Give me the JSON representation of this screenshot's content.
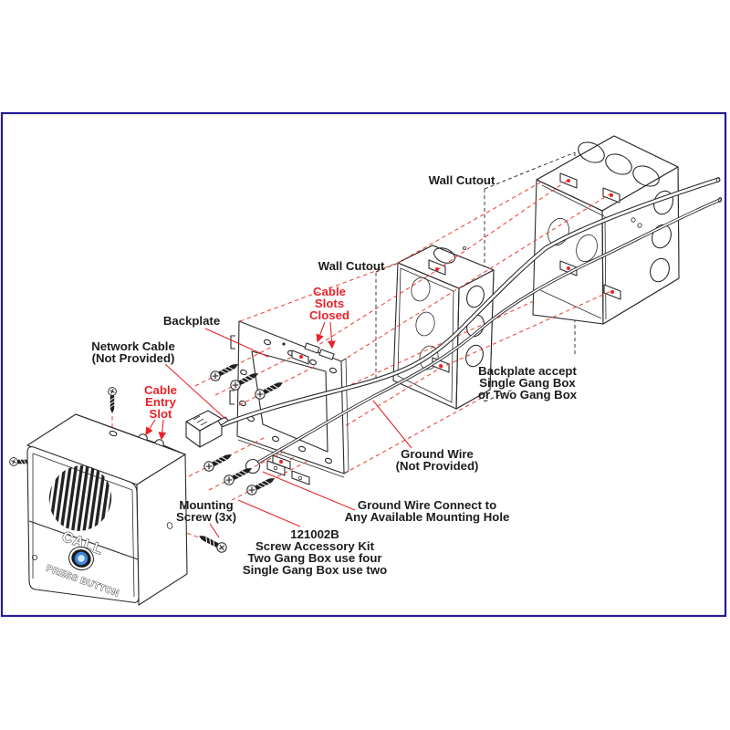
{
  "figure": {
    "type": "installation-diagram",
    "border_color": "#241c96",
    "red_accent": "#e8232a",
    "line_color": "#2a2a2a"
  },
  "labels": {
    "wall_cutout_top": "Wall Cutout",
    "wall_cutout_mid": "Wall Cutout",
    "backplate": "Backplate",
    "network_cable": [
      "Network Cable",
      "(Not Provided)"
    ],
    "cable_entry_slot": [
      "Cable",
      "Entry",
      "Slot"
    ],
    "cable_slots_closed": [
      "Cable",
      "Slots",
      "Closed"
    ],
    "backplate_accept": [
      "Backplate accept",
      "Single Gang Box",
      "or Two Gang Box"
    ],
    "ground_wire": [
      "Ground Wire",
      "(Not Provided)"
    ],
    "ground_wire_connect": [
      "Ground Wire Connect to",
      "Any Available Mounting Hole"
    ],
    "screw_kit": [
      "121002B",
      "Screw Accessory Kit",
      "Two Gang Box use four",
      "Single Gang Box use two"
    ],
    "mounting_screw": [
      "Mounting",
      "Screw (3x)"
    ]
  },
  "device": {
    "call_button_label": "CALL",
    "press_button_label": "PRESS BUTTON",
    "button_color": "#3f86d8",
    "button_center_color": "#d6e8fa"
  }
}
